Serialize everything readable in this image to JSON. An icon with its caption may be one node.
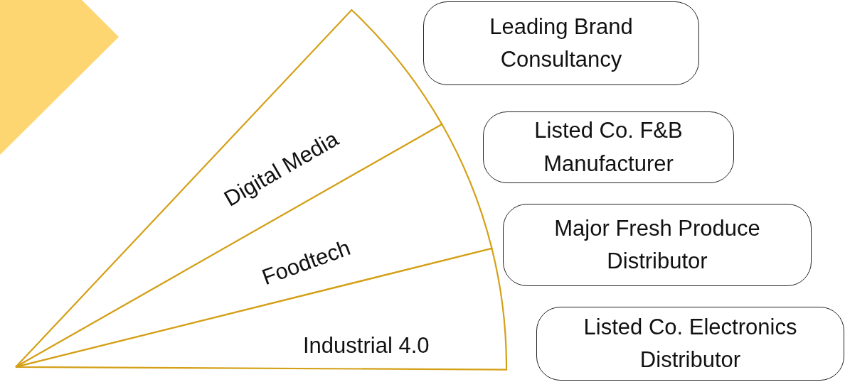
{
  "diagram": {
    "nodes": [
      {
        "text": [
          "Digital Media"
        ]
      },
      {
        "text": [
          "Foodtech"
        ]
      },
      {
        "text": [
          "Industrial 4.0"
        ]
      },
      {
        "text": [
          "Leading Brand Consultancy"
        ]
      },
      {
        "text": [
          "Listed Co. F&B Manufacturer"
        ]
      },
      {
        "text": [
          "Major Fresh Produce Distributor"
        ]
      },
      {
        "text": [
          "Listed Co. Electronics Distributor"
        ]
      }
    ]
  }
}
